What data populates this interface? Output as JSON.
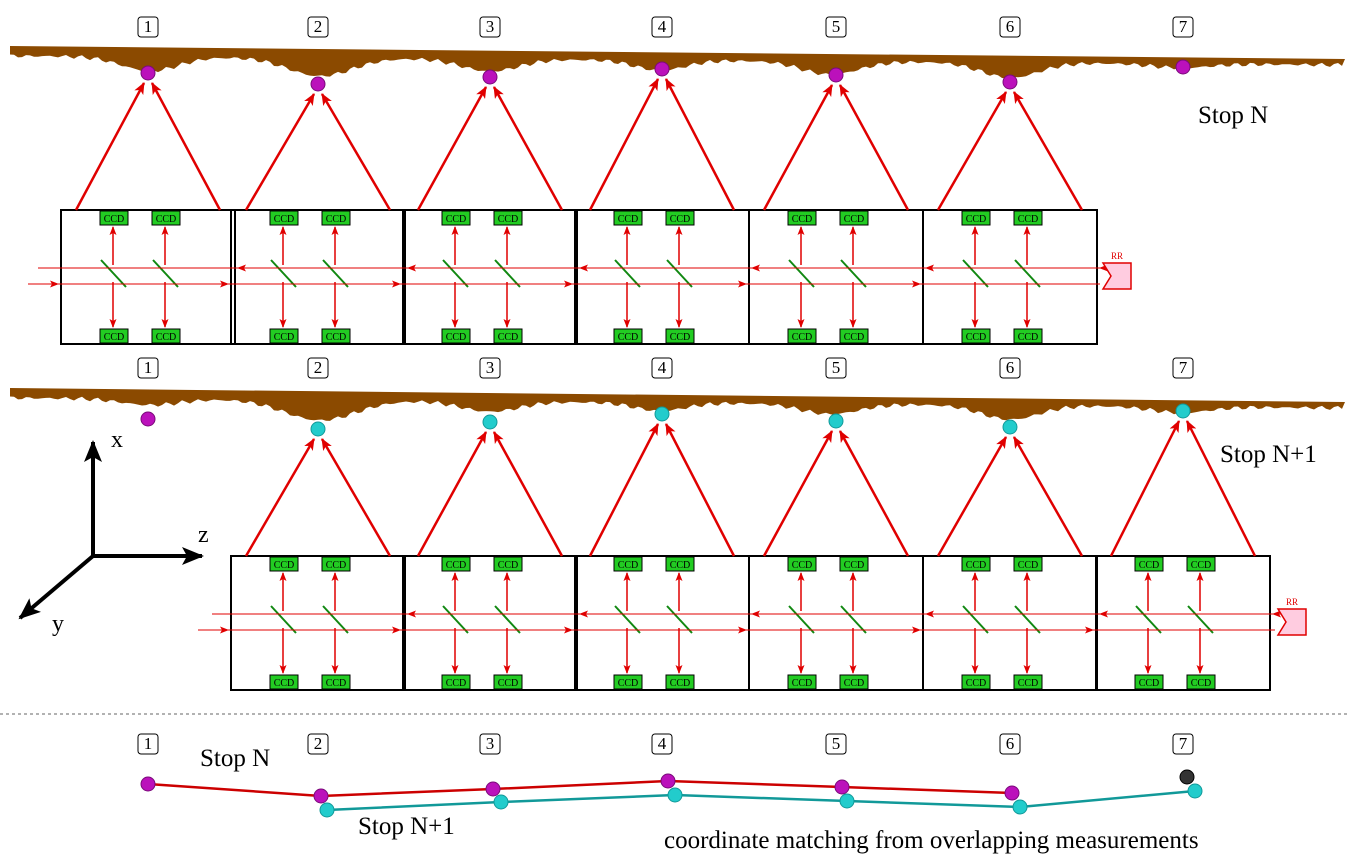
{
  "station_numbers": [
    "1",
    "2",
    "3",
    "4",
    "5",
    "6",
    "7"
  ],
  "labels": {
    "stop_n": "Stop N",
    "stop_n1": "Stop N+1",
    "caption": "coordinate matching from overlapping measurements",
    "ccd": "CCD",
    "rr": "RR"
  },
  "axes": {
    "x": "x",
    "y": "y",
    "z": "z"
  },
  "colors": {
    "rail": "#8b4a00",
    "beam": "#e00000",
    "frame": "#000000",
    "ccd_fill": "#22cc22",
    "mirror": "#118811",
    "target_stop_n": "#bb11bb",
    "target_stop_n1": "#22cccc",
    "target_unmatched": "#333333",
    "line_stop_n": "#cc0000",
    "line_stop_n1": "#119999",
    "reflector_fill": "#ffcce0"
  },
  "diagram_data": {
    "stop_n": {
      "instruments_at_stations": [
        1,
        2,
        3,
        4,
        5,
        6
      ],
      "targets_measured": [
        1,
        2,
        3,
        4,
        5,
        6
      ]
    },
    "stop_n1": {
      "instruments_at_stations": [
        2,
        3,
        4,
        5,
        6,
        7
      ],
      "targets_measured": [
        2,
        3,
        4,
        5,
        6,
        7
      ]
    },
    "overlap_targets": [
      2,
      3,
      4,
      5,
      6
    ]
  }
}
